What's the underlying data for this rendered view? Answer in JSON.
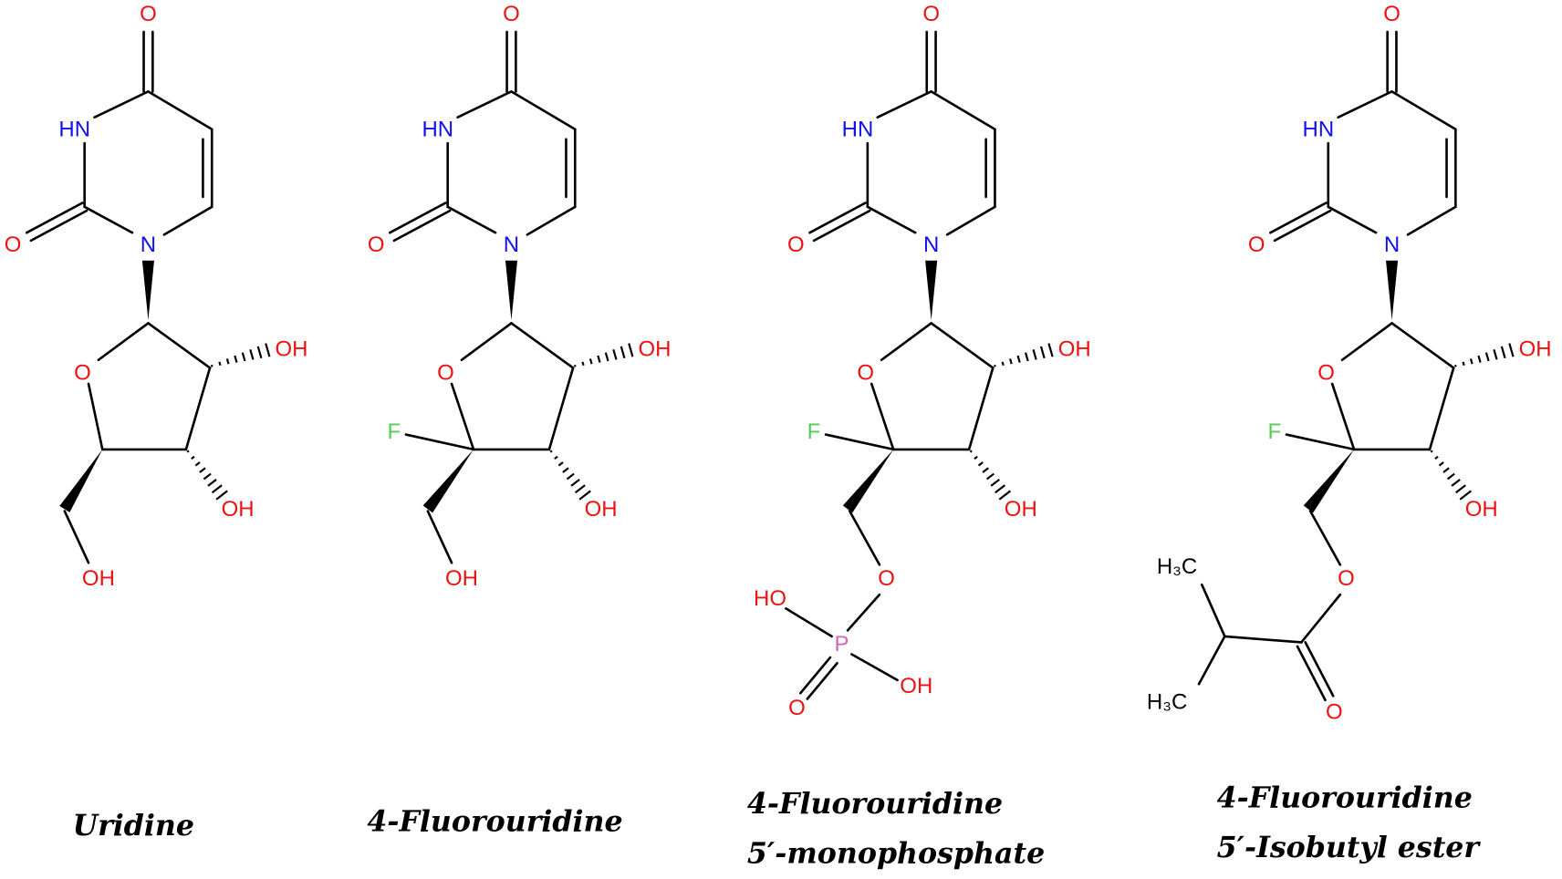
{
  "colors": {
    "oxygen": "#ee1111",
    "nitrogen": "#1111ee",
    "fluorine": "#55cc55",
    "phosphorus": "#cc66bb",
    "carbon": "#000000"
  },
  "molecules": [
    {
      "name_lines": [
        "Uridine"
      ],
      "atom_labels": {
        "O4": "O",
        "N3": "HN",
        "N1": "N",
        "O2": "O",
        "O4p": "O",
        "OH2": "OH",
        "OH3": "OH",
        "OH5": "OH"
      }
    },
    {
      "name_lines": [
        "4-Fluorouridine"
      ],
      "atom_labels": {
        "O4": "O",
        "N3": "HN",
        "N1": "N",
        "O2": "O",
        "O4p": "O",
        "OH2": "OH",
        "OH3": "OH",
        "OH5": "OH",
        "F": "F"
      }
    },
    {
      "name_lines": [
        "4-Fluorouridine",
        "5′-monophosphate"
      ],
      "atom_labels": {
        "O4": "O",
        "N3": "HN",
        "N1": "N",
        "O2": "O",
        "O4p": "O",
        "OH2": "OH",
        "OH3": "OH",
        "F": "F",
        "O5": "O",
        "P": "P",
        "HOa": "HO",
        "OHb": "OH",
        "Odb": "O"
      }
    },
    {
      "name_lines": [
        "4-Fluorouridine",
        "5′-Isobutyl ester"
      ],
      "atom_labels": {
        "O4": "O",
        "N3": "HN",
        "N1": "N",
        "O2": "O",
        "O4p": "O",
        "OH2": "OH",
        "OH3": "OH",
        "F": "F",
        "O5": "O",
        "Ocarb": "O",
        "Me1": "H₃C",
        "Me2": "H₃C"
      }
    }
  ]
}
